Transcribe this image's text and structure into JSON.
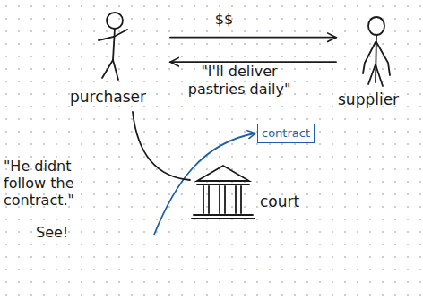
{
  "diagram": {
    "nodes": [
      {
        "text": [
          "purchaser"
        ]
      },
      {
        "text": [
          "supplier"
        ]
      },
      {
        "text": [
          "contract"
        ]
      },
      {
        "text": [
          "court"
        ]
      }
    ],
    "edges": [
      {
        "from": 0,
        "to": 1,
        "label": "$$",
        "arrow": "to"
      },
      {
        "from": 1,
        "to": 0,
        "label": "\"I'll deliver pastries daily\"",
        "arrow": "to"
      },
      {
        "from": 0,
        "to": 3,
        "arrow": "none"
      }
    ],
    "labels": [
      "\"He didnt follow the contract.\"",
      "See!"
    ]
  }
}
